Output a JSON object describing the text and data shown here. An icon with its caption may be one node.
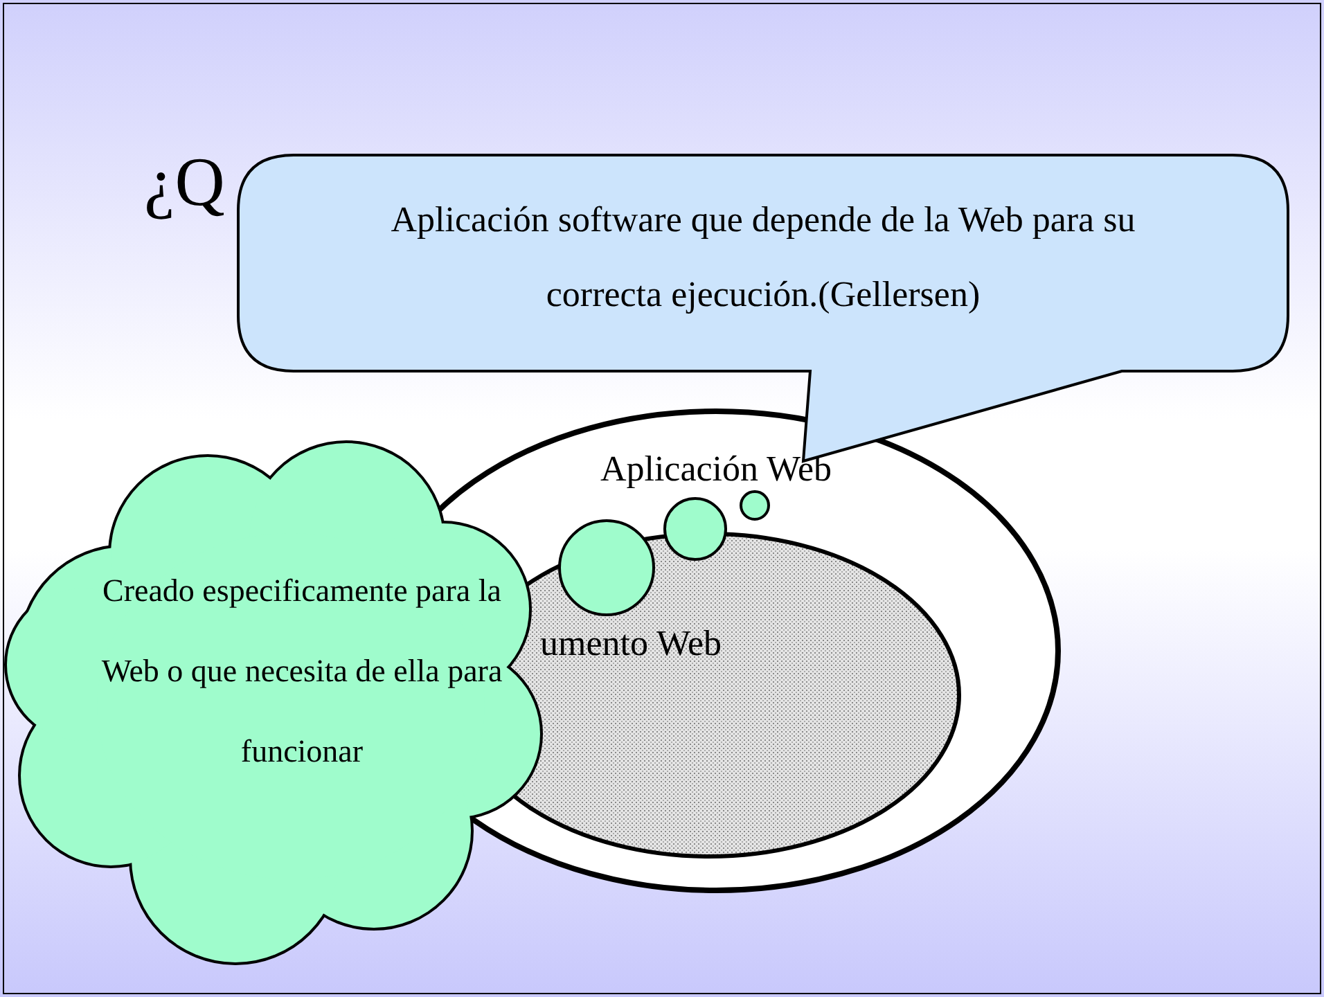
{
  "diagram": {
    "title": "¿Q",
    "nodes": [
      {
        "text": [
          "Aplicación Web"
        ]
      },
      {
        "text": [
          "umento Web"
        ],
        "in": 0
      },
      {
        "text": [
          "Aplicación software que depende de la Web para su correcta ejecución.(Gellersen)"
        ]
      },
      {
        "text": [
          "Creado especificamente para la Web o que necesita de ella para funcionar"
        ]
      }
    ]
  }
}
